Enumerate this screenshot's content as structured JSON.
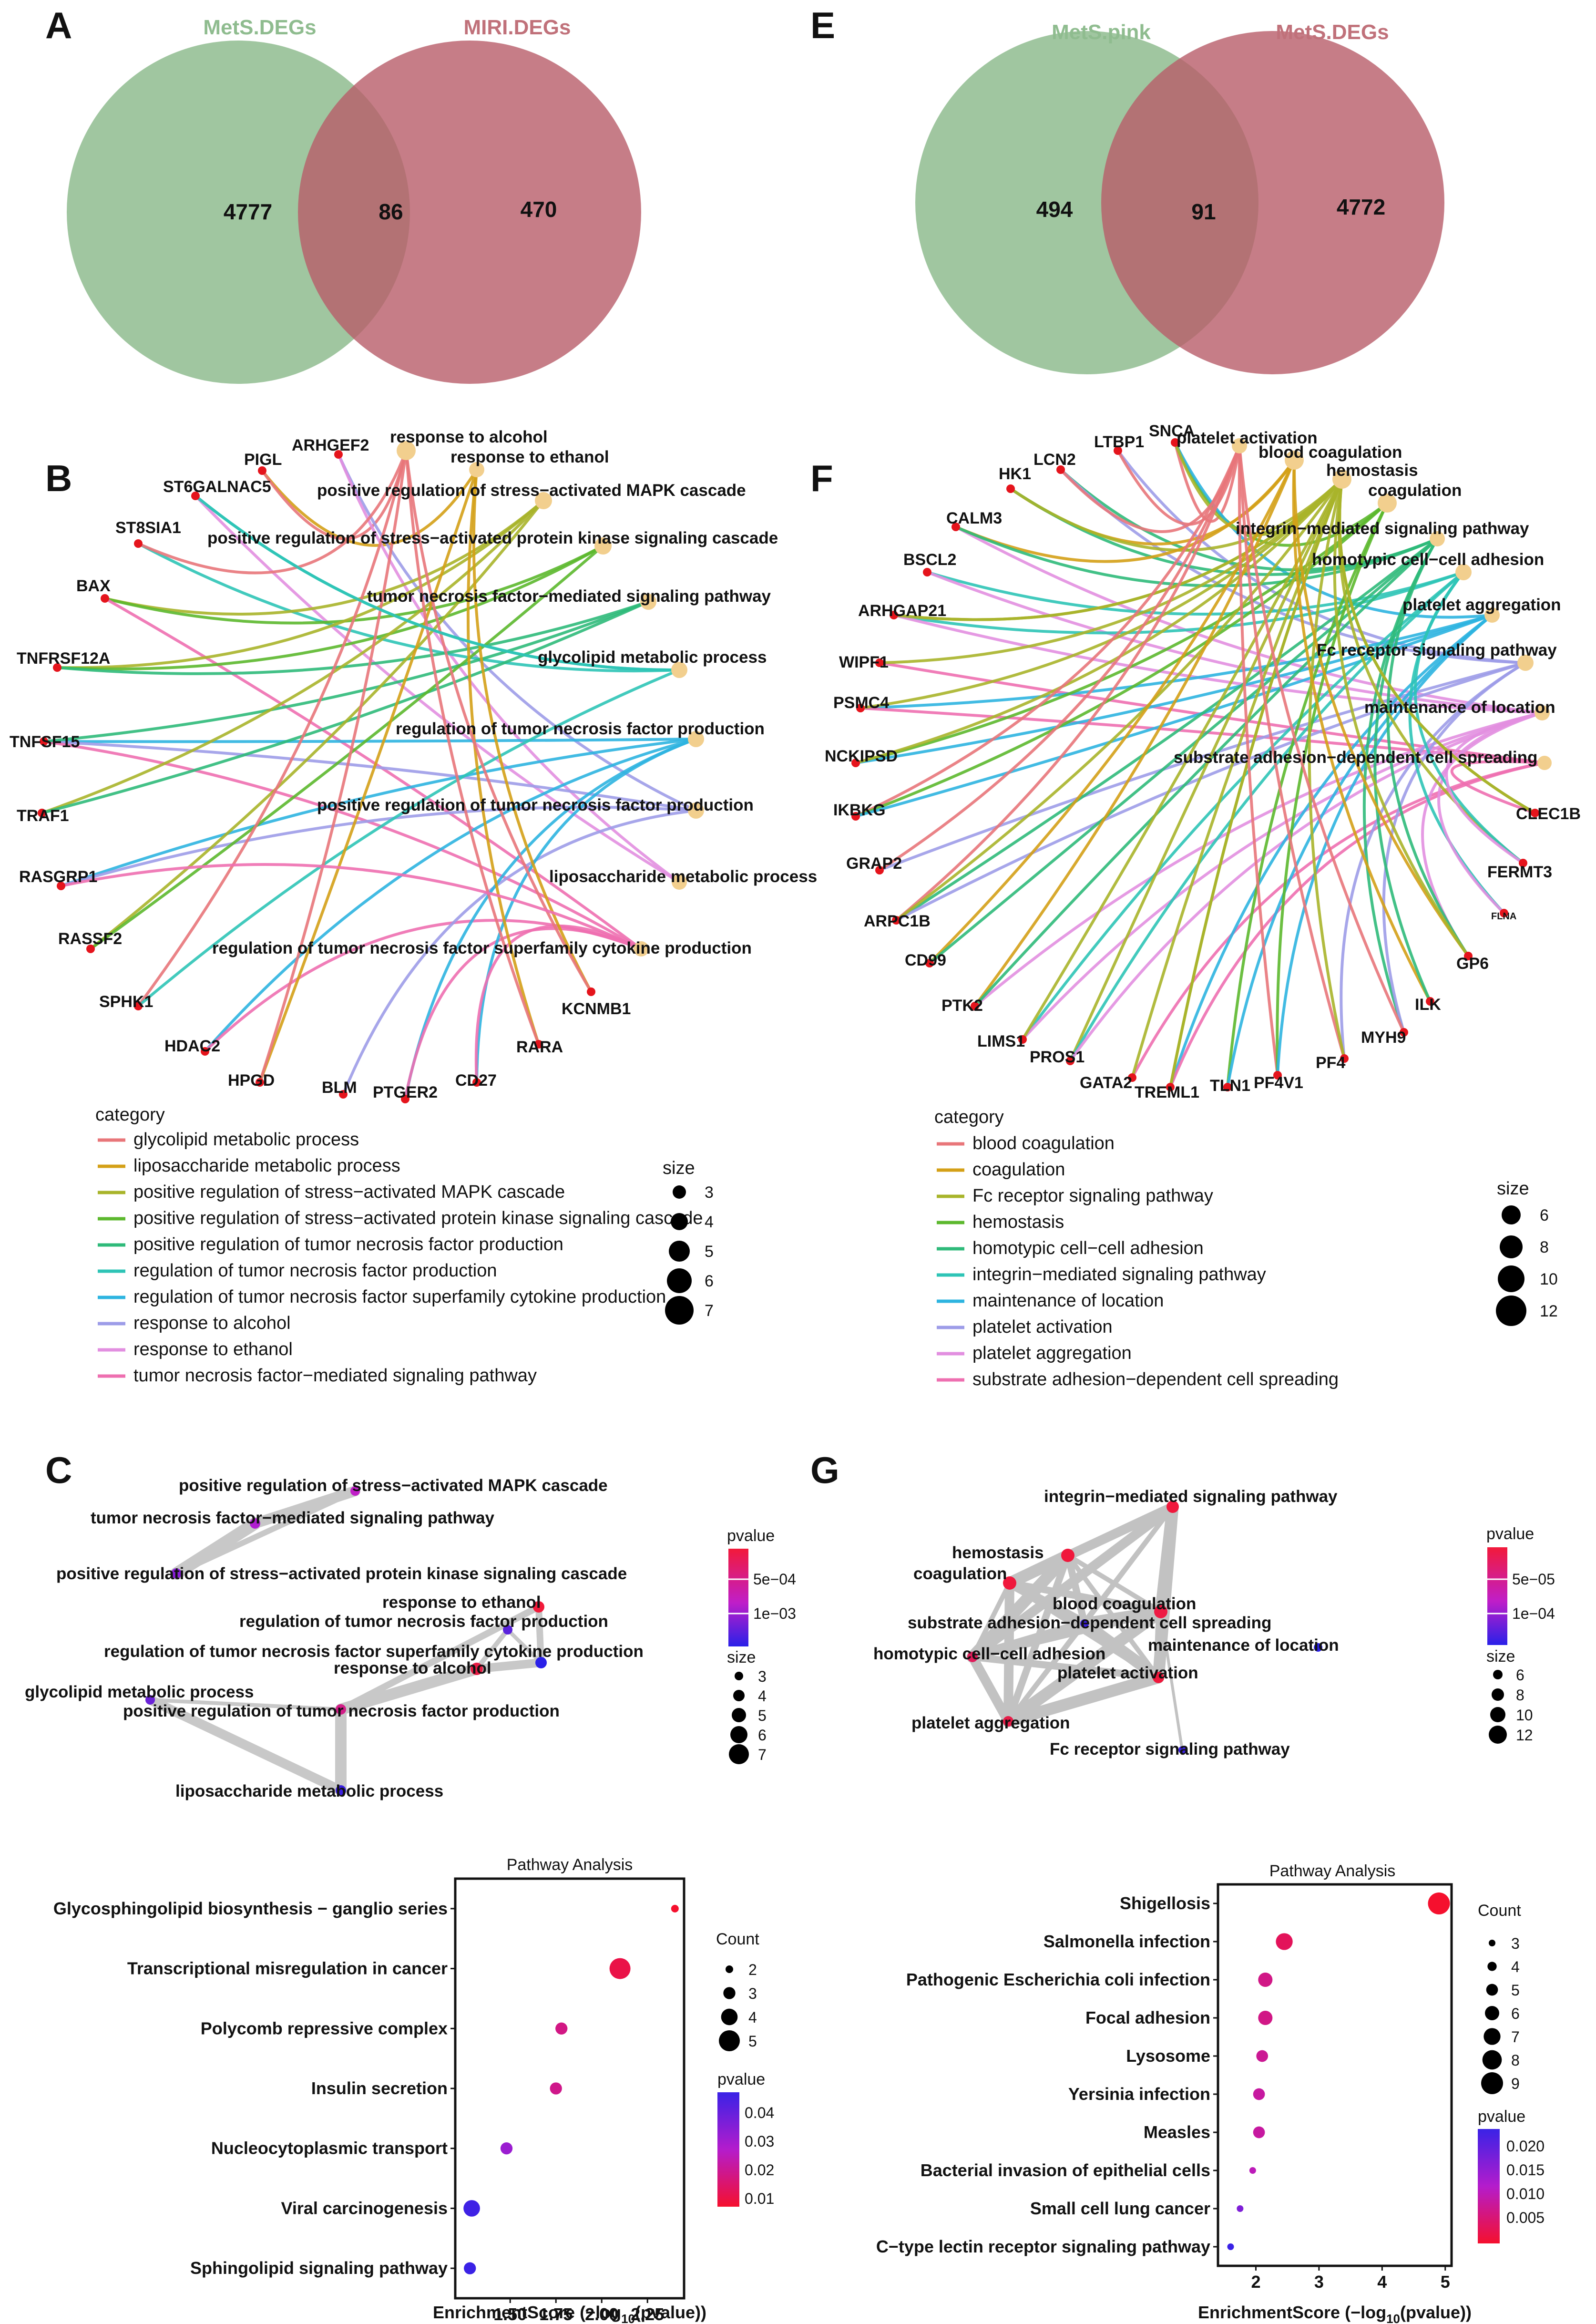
{
  "panels": {
    "A": {
      "letter": "A",
      "venn": {
        "left_label": "MetS.DEGs",
        "right_label": "MIRI.DEGs",
        "left_only": "4777",
        "overlap": "86",
        "right_only": "470",
        "left_color": "#8fbc8f",
        "right_color": "#c0717a"
      }
    },
    "E": {
      "letter": "E",
      "venn": {
        "left_label": "MetS.pink",
        "right_label": "MetS.DEGs",
        "left_only": "494",
        "overlap": "91",
        "right_only": "4772",
        "left_color": "#8fbc8f",
        "right_color": "#c0717a"
      }
    },
    "B": {
      "letter": "B",
      "genes": [
        "PIGL",
        "ARHGEF2",
        "ST6GALNAC5",
        "ST8SIA1",
        "BAX",
        "TNFRSF12A",
        "TNFSF15",
        "TRAF1",
        "RASGRP1",
        "RASSF2",
        "SPHK1",
        "HDAC2",
        "HPGD",
        "BLM",
        "PTGER2",
        "CD27",
        "RARA",
        "KCNMB1"
      ],
      "terms": [
        "response to alcohol",
        "response to ethanol",
        "positive regulation of stress−activated MAPK cascade",
        "positive regulation of stress−activated protein kinase signaling cascade",
        "tumor necrosis factor−mediated signaling pathway",
        "glycolipid metabolic process",
        "regulation of tumor necrosis factor production",
        "positive regulation of tumor necrosis factor production",
        "liposaccharide metabolic process",
        "regulation of tumor necrosis factor superfamily cytokine production"
      ],
      "legend_title": "category",
      "categories": [
        {
          "label": "glycolipid metabolic process",
          "color": "#e8767a"
        },
        {
          "label": "liposaccharide metabolic process",
          "color": "#d4a017"
        },
        {
          "label": "positive regulation of stress−activated MAPK cascade",
          "color": "#a8b42a"
        },
        {
          "label": "positive regulation of stress−activated protein kinase signaling cascade",
          "color": "#5cb82e"
        },
        {
          "label": "positive regulation of tumor necrosis factor production",
          "color": "#2fba7a"
        },
        {
          "label": "regulation of tumor necrosis factor production",
          "color": "#2ec4b6"
        },
        {
          "label": "regulation of tumor necrosis factor superfamily cytokine production",
          "color": "#2db4e0"
        },
        {
          "label": "response to alcohol",
          "color": "#9d9ce8"
        },
        {
          "label": "response to ethanol",
          "color": "#e28fe0"
        },
        {
          "label": "tumor necrosis factor−mediated signaling pathway",
          "color": "#ee6fb0"
        }
      ],
      "size_title": "size",
      "sizes": [
        "3",
        "4",
        "5",
        "6",
        "7"
      ]
    },
    "F": {
      "letter": "F",
      "genes": [
        "SNCA",
        "LTBP1",
        "LCN2",
        "HK1",
        "CALM3",
        "BSCL2",
        "ARHGAP21",
        "WIPF1",
        "PSMC4",
        "NCKIPSD",
        "IKBKG",
        "GRAP2",
        "ARPC1B",
        "CD99",
        "PTK2",
        "LIMS1",
        "PROS1",
        "GATA2",
        "TREML1",
        "TLN1",
        "PF4V1",
        "PF4",
        "MYH9",
        "ILK",
        "GP6",
        "FLNA",
        "FERMT3",
        "CLEC1B"
      ],
      "terms": [
        "platelet activation",
        "blood coagulation",
        "hemostasis",
        "coagulation",
        "integrin−mediated signaling pathway",
        "homotypic cell−cell adhesion",
        "platelet aggregation",
        "Fc receptor signaling pathway",
        "maintenance of location",
        "substrate adhesion−dependent cell spreading"
      ],
      "legend_title": "category",
      "categories": [
        {
          "label": "blood coagulation",
          "color": "#e8767a"
        },
        {
          "label": "coagulation",
          "color": "#d4a017"
        },
        {
          "label": "Fc receptor signaling pathway",
          "color": "#a8b42a"
        },
        {
          "label": "hemostasis",
          "color": "#5cb82e"
        },
        {
          "label": "homotypic cell−cell adhesion",
          "color": "#2fba7a"
        },
        {
          "label": "integrin−mediated signaling pathway",
          "color": "#2ec4b6"
        },
        {
          "label": "maintenance of location",
          "color": "#2db4e0"
        },
        {
          "label": "platelet activation",
          "color": "#9d9ce8"
        },
        {
          "label": "platelet aggregation",
          "color": "#e28fe0"
        },
        {
          "label": "substrate adhesion−dependent cell spreading",
          "color": "#ee6fb0"
        }
      ],
      "size_title": "size",
      "sizes": [
        "6",
        "8",
        "10",
        "12"
      ]
    },
    "C": {
      "letter": "C",
      "nodes": [
        "positive regulation of stress−activated MAPK cascade",
        "tumor necrosis factor−mediated signaling pathway",
        "positive regulation of stress−activated protein kinase signaling cascade",
        "response to ethanol",
        "regulation of tumor necrosis factor production",
        "regulation of tumor necrosis factor superfamily cytokine production",
        "response to alcohol",
        "glycolipid metabolic process",
        "positive regulation of tumor necrosis factor production",
        "liposaccharide metabolic process"
      ],
      "pvalue_title": "pvalue",
      "pvalue_ticks": [
        "5e−04",
        "1e−03"
      ],
      "size_title": "size",
      "sizes": [
        "3",
        "4",
        "5",
        "6",
        "7"
      ]
    },
    "G": {
      "letter": "G",
      "nodes": [
        "integrin−mediated signaling pathway",
        "hemostasis",
        "coagulation",
        "blood coagulation",
        "substrate adhesion−dependent cell spreading",
        "maintenance of location",
        "homotypic cell−cell adhesion",
        "platelet activation",
        "platelet aggregation",
        "Fc receptor signaling pathway"
      ],
      "pvalue_title": "pvalue",
      "pvalue_ticks": [
        "5e−05",
        "1e−04"
      ],
      "size_title": "size",
      "sizes": [
        "6",
        "8",
        "10",
        "12"
      ]
    }
  },
  "chart_data": [
    {
      "id": "D",
      "panel_letter": "D",
      "type": "scatter",
      "title": "Pathway Analysis",
      "xlabel_main": "EnrichmentScore (−log",
      "xlabel_sub": "10",
      "xlabel_tail": "(pvalue))",
      "xlim": [
        1.2,
        2.45
      ],
      "xticks": [
        "1.50",
        "1.75",
        "2.00",
        "2.25"
      ],
      "xtick_values": [
        1.5,
        1.75,
        2.0,
        2.25
      ],
      "categories": [
        "Glycosphingolipid biosynthesis − ganglio series",
        "Transcriptional misregulation in cancer",
        "Polycomb repressive complex",
        "Insulin secretion",
        "Nucleocytoplasmic transport",
        "Viral carcinogenesis",
        "Sphingolipid signaling pathway"
      ],
      "x": [
        2.4,
        2.1,
        1.78,
        1.75,
        1.48,
        1.29,
        1.28
      ],
      "count": [
        2,
        5,
        3,
        3,
        3,
        4,
        3
      ],
      "pvalue": [
        0.004,
        0.008,
        0.017,
        0.018,
        0.033,
        0.051,
        0.052
      ],
      "legend_count_title": "Count",
      "legend_count_values": [
        "2",
        "3",
        "4",
        "5"
      ],
      "legend_p_title": "pvalue",
      "legend_p_ticks": [
        "0.04",
        "0.03",
        "0.02",
        "0.01"
      ]
    },
    {
      "id": "H",
      "panel_letter": "H",
      "type": "scatter",
      "title": "Pathway Analysis",
      "xlabel_main": "EnrichmentScore (−log",
      "xlabel_sub": "10",
      "xlabel_tail": "(pvalue))",
      "xlim": [
        1.4,
        5.1
      ],
      "xticks": [
        "2",
        "3",
        "4",
        "5"
      ],
      "xtick_values": [
        2,
        3,
        4,
        5
      ],
      "categories": [
        "Shigellosis",
        "Salmonella infection",
        "Pathogenic Escherichia coli infection",
        "Focal adhesion",
        "Lysosome",
        "Yersinia infection",
        "Measles",
        "Bacterial invasion of epithelial cells",
        "Small cell lung cancer",
        "C−type lectin receptor signaling pathway"
      ],
      "x": [
        4.9,
        2.45,
        2.15,
        2.15,
        2.1,
        2.05,
        2.05,
        1.95,
        1.75,
        1.6
      ],
      "count": [
        9,
        7,
        6,
        6,
        5,
        5,
        5,
        3,
        3,
        3
      ],
      "pvalue": [
        1e-05,
        0.0035,
        0.007,
        0.007,
        0.008,
        0.009,
        0.009,
        0.011,
        0.018,
        0.025
      ],
      "legend_count_title": "Count",
      "legend_count_values": [
        "3",
        "4",
        "5",
        "6",
        "7",
        "8",
        "9"
      ],
      "legend_p_title": "pvalue",
      "legend_p_ticks": [
        "0.020",
        "0.015",
        "0.010",
        "0.005"
      ]
    }
  ]
}
